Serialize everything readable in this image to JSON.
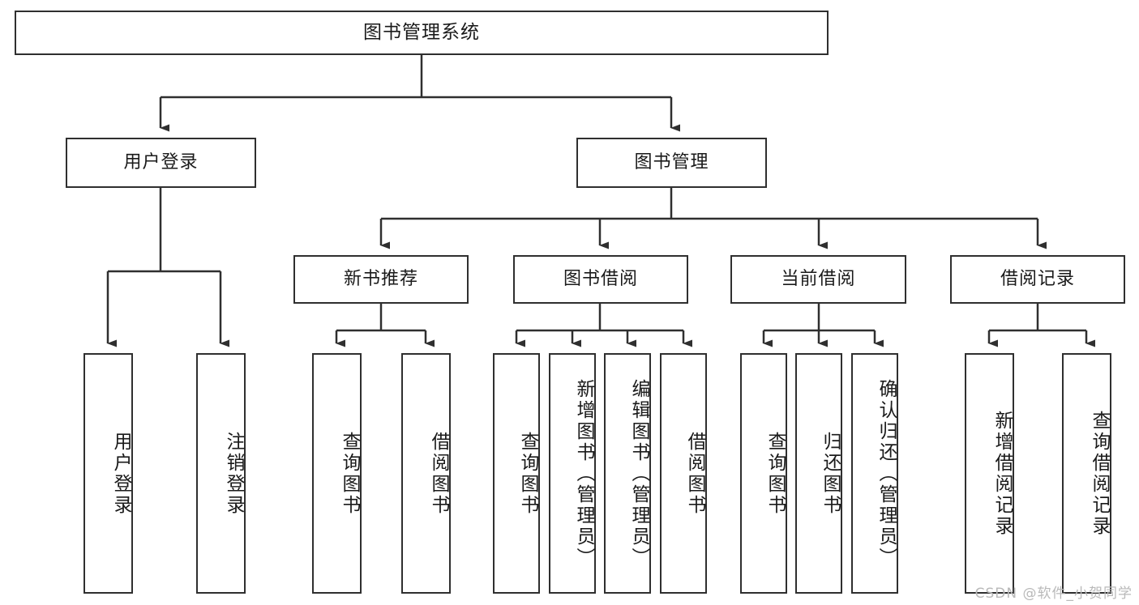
{
  "diagram": {
    "type": "tree-hierarchy",
    "title": "图书管理系统",
    "watermark": "CSDN @软件_小贺同学",
    "stroke_color": "#2f2f2f",
    "fill_color": "#ffffff",
    "text_color": "#1a1a1a",
    "watermark_color": "#b9b9b9"
  },
  "nodes": {
    "root": {
      "label": "图书管理系统"
    },
    "level2": [
      {
        "id": "user-login",
        "label": "用户登录"
      },
      {
        "id": "book-management",
        "label": "图书管理"
      }
    ],
    "level3": [
      {
        "id": "new-book-recommend",
        "label": "新书推荐"
      },
      {
        "id": "book-borrow",
        "label": "图书借阅"
      },
      {
        "id": "current-borrow",
        "label": "当前借阅"
      },
      {
        "id": "borrow-record",
        "label": "借阅记录"
      }
    ],
    "leaves": {
      "user_login": [
        {
          "id": "leaf-user-login",
          "label": "用户登录"
        },
        {
          "id": "leaf-logout-login",
          "label": "注销登录"
        }
      ],
      "new_book_recommend": [
        {
          "id": "leaf-query-book-1",
          "label": "查询图书"
        },
        {
          "id": "leaf-borrow-book-1",
          "label": "借阅图书"
        }
      ],
      "book_borrow": [
        {
          "id": "leaf-query-book-2",
          "label": "查询图书"
        },
        {
          "id": "leaf-add-book",
          "label": "新增图书（管理员）"
        },
        {
          "id": "leaf-edit-book",
          "label": "编辑图书（管理员）"
        },
        {
          "id": "leaf-borrow-book-2",
          "label": "借阅图书"
        }
      ],
      "current_borrow": [
        {
          "id": "leaf-query-book-3",
          "label": "查询图书"
        },
        {
          "id": "leaf-return-book",
          "label": "归还图书"
        },
        {
          "id": "leaf-confirm-return",
          "label": "确认归还（管理员）"
        }
      ],
      "borrow_record": [
        {
          "id": "leaf-add-record",
          "label": "新增借阅记录"
        },
        {
          "id": "leaf-query-record",
          "label": "查询借阅记录"
        }
      ]
    }
  }
}
